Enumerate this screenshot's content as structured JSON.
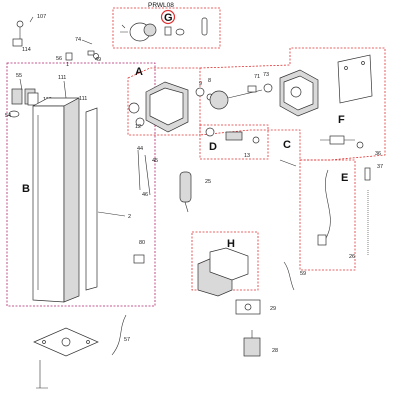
{
  "header": {
    "model_label": "PRWL08"
  },
  "groups": [
    {
      "id": "A",
      "label": "A"
    },
    {
      "id": "B",
      "label": "B"
    },
    {
      "id": "C",
      "label": "C"
    },
    {
      "id": "D",
      "label": "D"
    },
    {
      "id": "E",
      "label": "E"
    },
    {
      "id": "F",
      "label": "F"
    },
    {
      "id": "G",
      "label": "G"
    },
    {
      "id": "H",
      "label": "H"
    }
  ],
  "callouts": {
    "c107": "107",
    "c114": "114",
    "c74": "74",
    "c49": "49",
    "c56": "56",
    "c1": "1",
    "c55": "55",
    "c54": "54",
    "c112": "112",
    "c111a": "111",
    "c111b": "111",
    "c8": "8",
    "c71": "71",
    "c73": "73",
    "c9": "9",
    "c12": "12",
    "c13": "13",
    "c36": "36",
    "c37": "37",
    "c44": "44",
    "c45": "45",
    "c46": "46",
    "c25": "25",
    "c2": "2",
    "c80": "80",
    "c26": "26",
    "c59": "59",
    "c29": "29",
    "c57": "57",
    "c28": "28"
  },
  "colors": {
    "group_border_red": "#d33",
    "group_border_purple": "#b0226e",
    "line": "#333",
    "highlight_circle": "#d33"
  }
}
